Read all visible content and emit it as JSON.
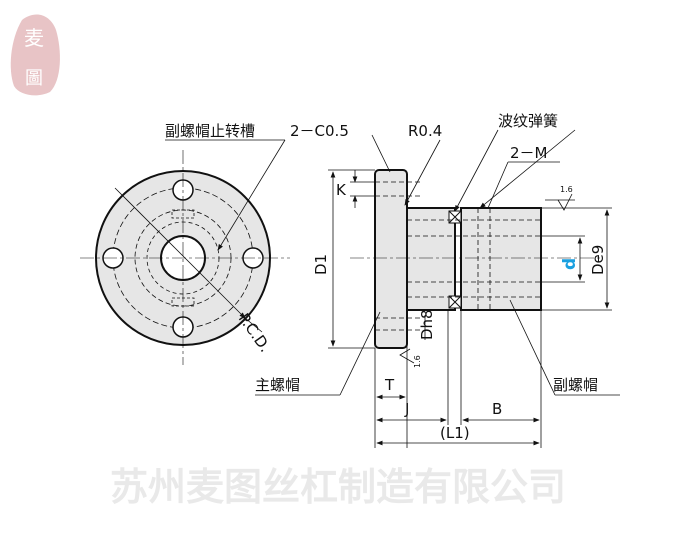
{
  "seal": {
    "text": "麦圖",
    "color": "#e8c4c6"
  },
  "watermark": "苏州麦图丝杠制造有限公司",
  "labels": {
    "anti_rotation_slot": "副螺帽止转槽",
    "chamfer": "2－C0.5",
    "radius": "R0.4",
    "wave_spring": "波纹弹簧",
    "tap": "2－M",
    "roughness_top": "1.6",
    "k": "K",
    "d1": "D1",
    "d": "d",
    "de9": "De9",
    "dh8": "Dh8",
    "pcd": "P.C.D.",
    "main_nut": "主螺帽",
    "t": "T",
    "roughness_bottom": "1.6",
    "j": "J",
    "b": "B",
    "l1": "(L1)",
    "secondary_nut": "副螺帽"
  },
  "colors": {
    "fill": "#e6e6e6",
    "accent": "#1aa0e0"
  }
}
